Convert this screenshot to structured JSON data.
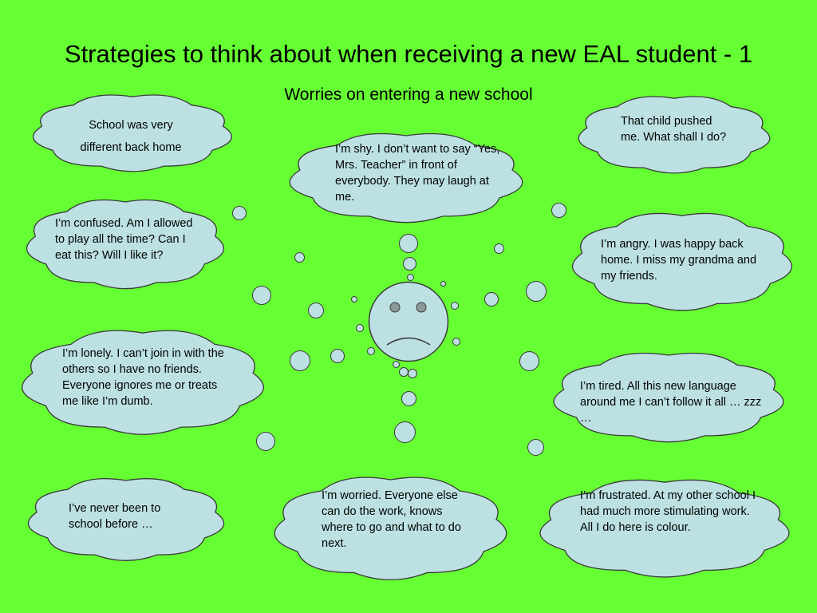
{
  "slide": {
    "title": "Strategies to think about when receiving a new EAL student - 1",
    "subtitle": "Worries on entering a new school",
    "colors": {
      "background": "#66ff33",
      "cloud_fill": "#bde1e3",
      "outline": "#3a3a3a",
      "eye_fill": "#8c9a99"
    },
    "center_icon": "sad-face-icon",
    "clouds": [
      {
        "id": "different-school",
        "text": "School was very different back home"
      },
      {
        "id": "shy",
        "text": "I’m shy. I don’t want to say “Yes, Mrs. Teacher” in front of everybody. They may laugh at me."
      },
      {
        "id": "pushed",
        "text": "That child pushed me. What shall I do?"
      },
      {
        "id": "confused",
        "text": "I’m confused. Am I allowed to play all the time? Can I eat this? Will I like it?"
      },
      {
        "id": "angry",
        "text": "I’m angry. I was happy back home. I miss my grandma and my friends."
      },
      {
        "id": "lonely",
        "text": "I’m lonely. I can’t join in with the others so I have no friends. Everyone ignores me or treats me like I’m dumb."
      },
      {
        "id": "tired",
        "text": "I’m tired. All this new language around me I can’t follow it all … zzz …"
      },
      {
        "id": "never-been",
        "text": "I’ve never been to school before …"
      },
      {
        "id": "worried",
        "text": "I’m worried. Everyone else can do the work, knows where to go and what to do next."
      },
      {
        "id": "frustrated",
        "text": "I’m frustrated. At my other school I had much more stimulating work. All I do here is colour."
      }
    ]
  }
}
